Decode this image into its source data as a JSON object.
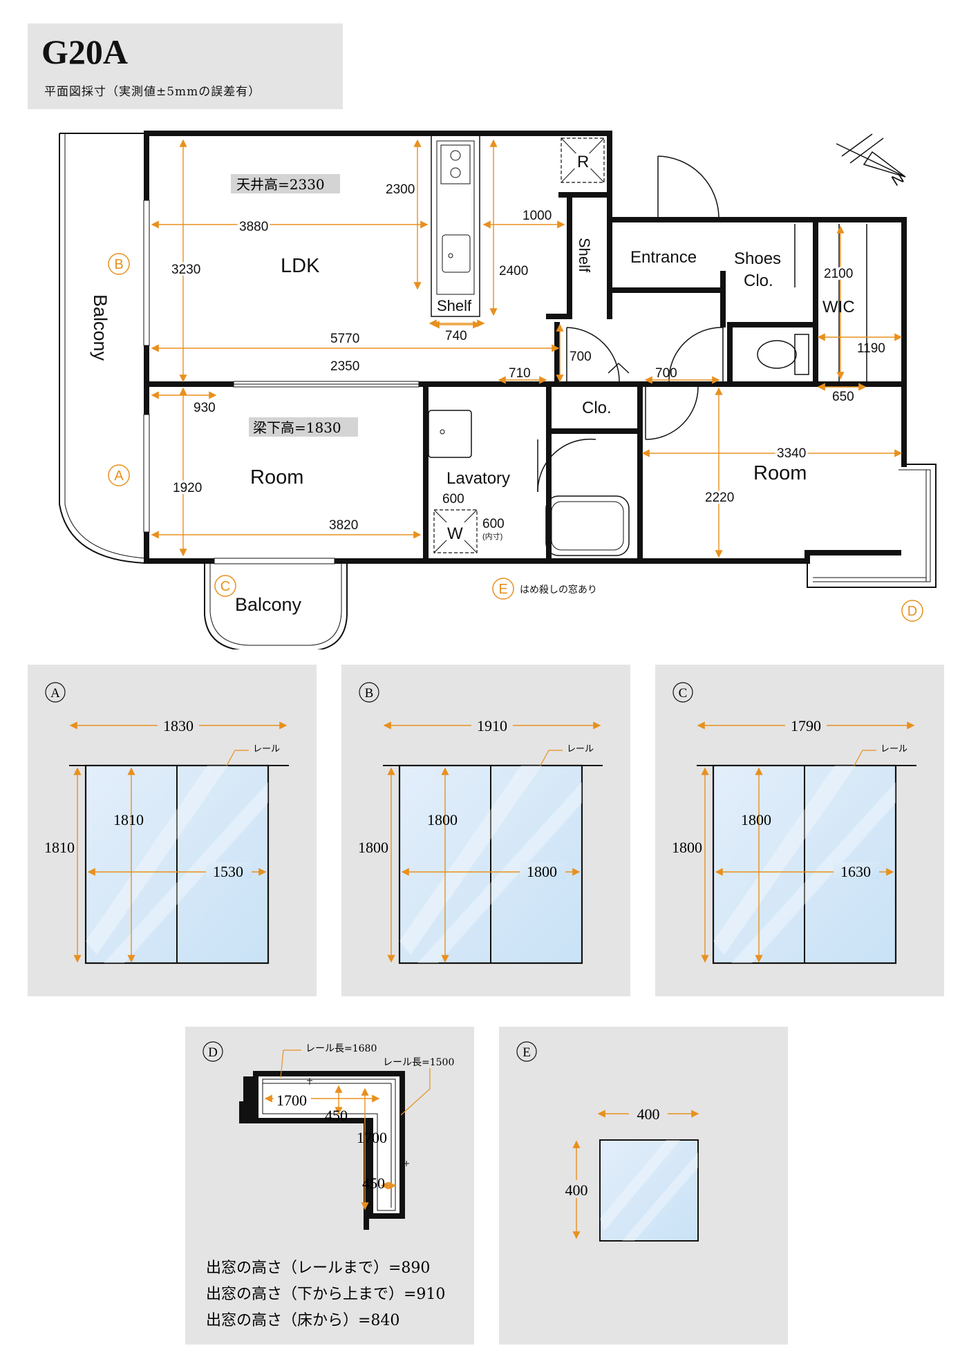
{
  "header": {
    "title": "G20A",
    "subtitle": "平面図採寸（実測値±5mmの誤差有）"
  },
  "floorplan": {
    "rooms": {
      "ldk": "LDK",
      "room_a": "Room",
      "room_d": "Room",
      "lavatory": "Lavatory",
      "entrance": "Entrance",
      "shoes_clo": [
        "Shoes",
        "Clo."
      ],
      "wic": "WIC",
      "clo": "Clo.",
      "shelf_kitchen": "Shelf",
      "shelf_vertical": "Shelf",
      "balcony_left": "Balcony",
      "balcony_bottom": "Balcony",
      "fridge": "R",
      "washer": "W"
    },
    "heights": {
      "ceiling": "天井高=2330",
      "beam": "梁下高=1830"
    },
    "dimensions": {
      "d3880": "3880",
      "d2300": "2300",
      "d1000": "1000",
      "d3230": "3230",
      "d2400": "2400",
      "d740": "740",
      "d5770": "5770",
      "d2350": "2350",
      "d700a": "700",
      "d710": "710",
      "d700b": "700",
      "d930": "930",
      "d1920": "1920",
      "d3820": "3820",
      "d600a": "600",
      "d600b": "600",
      "d600b_note": "(内寸)",
      "d2100": "2100",
      "d1190": "1190",
      "d650": "650",
      "d3340": "3340",
      "d2220": "2220"
    },
    "markers": {
      "a": "A",
      "b": "B",
      "c": "C",
      "d": "D",
      "e": "E"
    },
    "fix_window_note": "はめ殺しの窓あり",
    "north": "N"
  },
  "windows": {
    "a": {
      "marker": "A",
      "rail_width": "1830",
      "height_left": "1810",
      "height_inner": "1810",
      "width_inner": "1530",
      "rail_label": "レール"
    },
    "b": {
      "marker": "B",
      "rail_width": "1910",
      "height_left": "1800",
      "height_inner": "1800",
      "width_inner": "1800",
      "rail_label": "レール"
    },
    "c": {
      "marker": "C",
      "rail_width": "1790",
      "height_left": "1800",
      "height_inner": "1800",
      "width_inner": "1630",
      "rail_label": "レール"
    },
    "d": {
      "marker": "D",
      "rail1": "レール長=1680",
      "rail2": "レール長=1500",
      "w1700a": "1700",
      "w450a": "450",
      "w1700b": "1700",
      "w450b": "450",
      "notes": [
        "出窓の高さ（レールまで）=890",
        "出窓の高さ（下から上まで）=910",
        "出窓の高さ（床から）=840"
      ]
    },
    "e": {
      "marker": "E",
      "width": "400",
      "height": "400"
    }
  },
  "colors": {
    "accent": "#e8901e",
    "wall": "#111111",
    "glass": "#dbeaf8",
    "panel": "#e4e4e4",
    "label_bg": "#d4d4d4"
  }
}
